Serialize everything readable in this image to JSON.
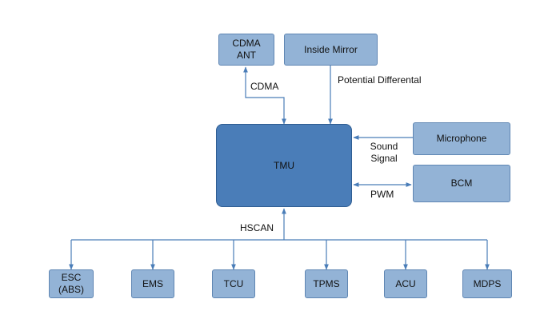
{
  "colors": {
    "box_fill": "#93b3d6",
    "box_border": "#5f86b3",
    "main_fill": "#4a7db8",
    "main_border": "#2f5d92",
    "wire": "#4a7db8"
  },
  "nodes": {
    "cdma_ant": "CDMA\nANT",
    "inside_mirror": "Inside Mirror",
    "tmu": "TMU",
    "microphone": "Microphone",
    "bcm": "BCM",
    "esc": "ESC\n(ABS)",
    "ems": "EMS",
    "tcu": "TCU",
    "tpms": "TPMS",
    "acu": "ACU",
    "mdps": "MDPS"
  },
  "edge_labels": {
    "cdma": "CDMA",
    "potential": "Potential Differental",
    "sound": "Sound\nSignal",
    "pwm": "PWM",
    "hscan": "HSCAN"
  }
}
